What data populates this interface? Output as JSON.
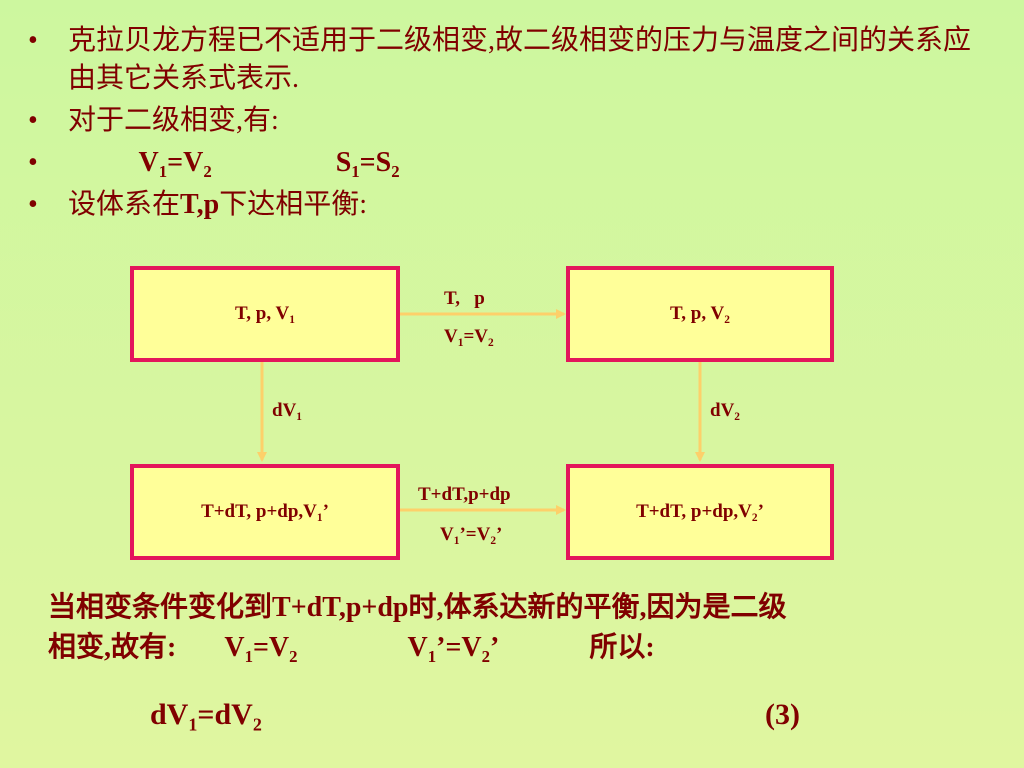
{
  "bullets": [
    {
      "marker": "•",
      "text": "克拉贝龙方程已不适用于二级相变,故二级相变的压力与温度之间的关系应由其它关系式表示."
    },
    {
      "marker": "•",
      "text": "对于二级相变,有:"
    },
    {
      "marker": "•",
      "v_main": "V",
      "v_sub1": "1",
      "v_eq": "=V",
      "v_sub2": "2",
      "s_main": "S",
      "s_sub1": "1",
      "s_eq": "=S",
      "s_sub2": "2"
    },
    {
      "marker": "•",
      "prefix": "设体系在",
      "bold": "T,p",
      "suffix": "下达相平衡:"
    }
  ],
  "diagram": {
    "box_tl": {
      "main": "T, p, V",
      "sub": "1"
    },
    "box_tr": {
      "main": "T, p, V",
      "sub": "2"
    },
    "box_bl": {
      "main": "T+dT, p+dp,V",
      "sub": "1",
      "tail": "’"
    },
    "box_br": {
      "main": "T+dT, p+dp,V",
      "sub": "2",
      "tail": "’"
    },
    "top_arrow_label1": "T,   p",
    "top_arrow_label2": {
      "a": "V",
      "a_sub": "1",
      "b": "=V",
      "b_sub": "2"
    },
    "left_arrow_label": {
      "main": "dV",
      "sub": "1"
    },
    "right_arrow_label": {
      "main": "dV",
      "sub": "2"
    },
    "bottom_arrow_label1": "T+dT,p+dp",
    "bottom_arrow_label2": {
      "a": "V",
      "a_sub": "1",
      "b": "’=V",
      "b_sub": "2",
      "tail": "’"
    },
    "arrow_color": "#fdd06a",
    "box_border_color": "#e3165b",
    "box_fill_color": "#ffff99"
  },
  "paragraph": {
    "line1_a": "当相变条件变化到",
    "line1_b": "T+dT,p+dp",
    "line1_c": "时,体系达新的平衡,因为是二级",
    "line2_a": "相变,故有:",
    "eq1": {
      "a": "V",
      "a_sub": "1",
      "b": "=V",
      "b_sub": "2"
    },
    "eq2": {
      "a": "V",
      "a_sub": "1",
      "b": "’=V",
      "b_sub": "2",
      "tail": "’"
    },
    "line2_end": "所以:"
  },
  "equation": {
    "a": "dV",
    "a_sub": "1",
    "b": "=dV",
    "b_sub": "2",
    "number": "(3)"
  }
}
